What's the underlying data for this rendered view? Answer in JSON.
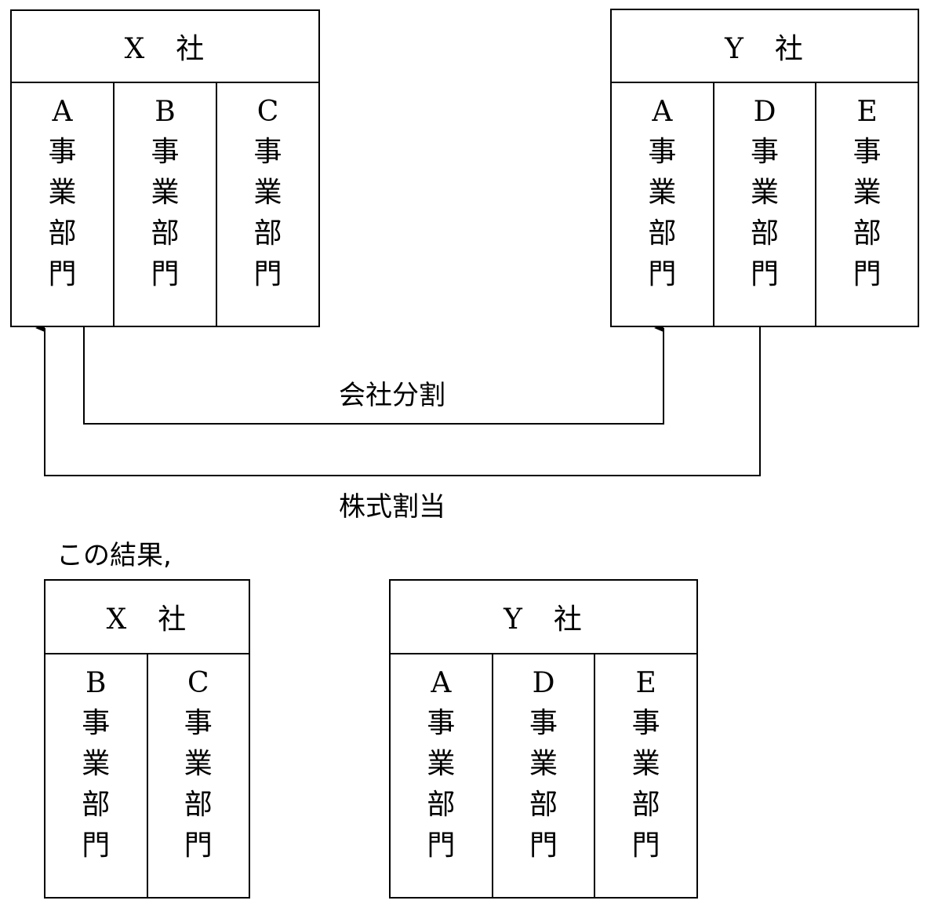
{
  "top": {
    "x_company": {
      "title": "X　社",
      "columns": [
        {
          "letter": "A",
          "label": "事業部門"
        },
        {
          "letter": "B",
          "label": "事業部門"
        },
        {
          "letter": "C",
          "label": "事業部門"
        }
      ]
    },
    "y_company": {
      "title": "Y　社",
      "columns": [
        {
          "letter": "A",
          "label": "事業部門"
        },
        {
          "letter": "D",
          "label": "事業部門"
        },
        {
          "letter": "E",
          "label": "事業部門"
        }
      ]
    }
  },
  "arrows": {
    "split_label": "会社分割",
    "share_label": "株式割当"
  },
  "result_text": "この結果,",
  "bottom": {
    "x_company": {
      "title": "X　社",
      "columns": [
        {
          "letter": "B",
          "label": "事業部門"
        },
        {
          "letter": "C",
          "label": "事業部門"
        }
      ]
    },
    "y_company": {
      "title": "Y　社",
      "columns": [
        {
          "letter": "A",
          "label": "事業部門"
        },
        {
          "letter": "D",
          "label": "事業部門"
        },
        {
          "letter": "E",
          "label": "事業部門"
        }
      ]
    }
  }
}
